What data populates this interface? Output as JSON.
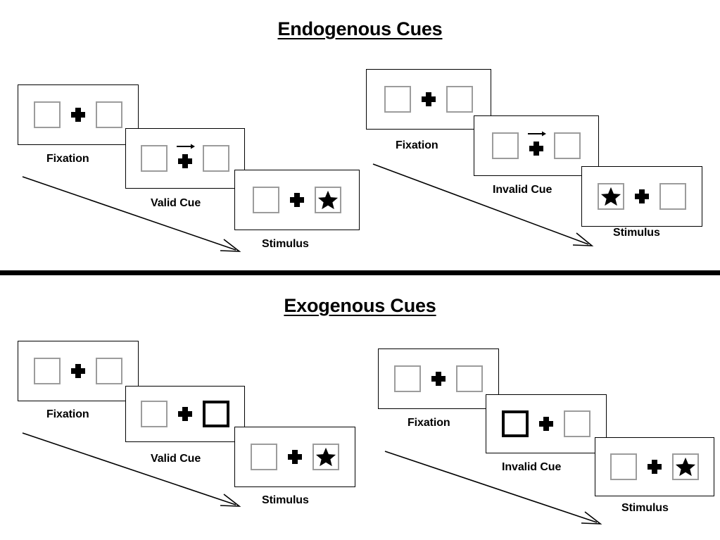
{
  "figure": {
    "sections": [
      {
        "id": "endogenous",
        "title": "Endogenous Cues",
        "columns": [
          {
            "id": "endogenous-valid",
            "frames": [
              {
                "stage": "fixation",
                "caption": "Fixation",
                "left_box": "empty",
                "right_box": "empty",
                "center": "fixation-cross",
                "cue": "none"
              },
              {
                "stage": "cue",
                "caption": "Valid Cue",
                "left_box": "empty",
                "right_box": "empty",
                "center": "fixation-cross",
                "cue": "arrow-right"
              },
              {
                "stage": "stimulus",
                "caption": "Stimulus",
                "left_box": "empty",
                "right_box": "star",
                "center": "fixation-cross",
                "cue": "none"
              }
            ]
          },
          {
            "id": "endogenous-invalid",
            "frames": [
              {
                "stage": "fixation",
                "caption": "Fixation",
                "left_box": "empty",
                "right_box": "empty",
                "center": "fixation-cross",
                "cue": "none"
              },
              {
                "stage": "cue",
                "caption": "Invalid Cue",
                "left_box": "empty",
                "right_box": "empty",
                "center": "fixation-cross",
                "cue": "arrow-right"
              },
              {
                "stage": "stimulus",
                "caption": "Stimulus",
                "left_box": "star",
                "right_box": "empty",
                "center": "fixation-cross",
                "cue": "none"
              }
            ]
          }
        ]
      },
      {
        "id": "exogenous",
        "title": "Exogenous Cues",
        "columns": [
          {
            "id": "exogenous-valid",
            "frames": [
              {
                "stage": "fixation",
                "caption": "Fixation",
                "left_box": "empty",
                "right_box": "empty",
                "center": "fixation-cross",
                "cue": "none"
              },
              {
                "stage": "cue",
                "caption": "Valid Cue",
                "left_box": "empty",
                "right_box": "highlighted",
                "center": "fixation-cross",
                "cue": "box-flash-right"
              },
              {
                "stage": "stimulus",
                "caption": "Stimulus",
                "left_box": "empty",
                "right_box": "star",
                "center": "fixation-cross",
                "cue": "none"
              }
            ]
          },
          {
            "id": "exogenous-invalid",
            "frames": [
              {
                "stage": "fixation",
                "caption": "Fixation",
                "left_box": "empty",
                "right_box": "empty",
                "center": "fixation-cross",
                "cue": "none"
              },
              {
                "stage": "cue",
                "caption": "Invalid Cue",
                "left_box": "highlighted",
                "right_box": "empty",
                "center": "fixation-cross",
                "cue": "box-flash-left"
              },
              {
                "stage": "stimulus",
                "caption": "Stimulus",
                "left_box": "empty",
                "right_box": "star",
                "center": "fixation-cross",
                "cue": "none"
              }
            ]
          }
        ]
      }
    ],
    "time_arrow_label": "",
    "colors": {
      "frame_border": "#000000",
      "placeholder_border": "#9c9c9c",
      "cue_border": "#000000",
      "ink": "#000000",
      "background": "#ffffff"
    }
  }
}
